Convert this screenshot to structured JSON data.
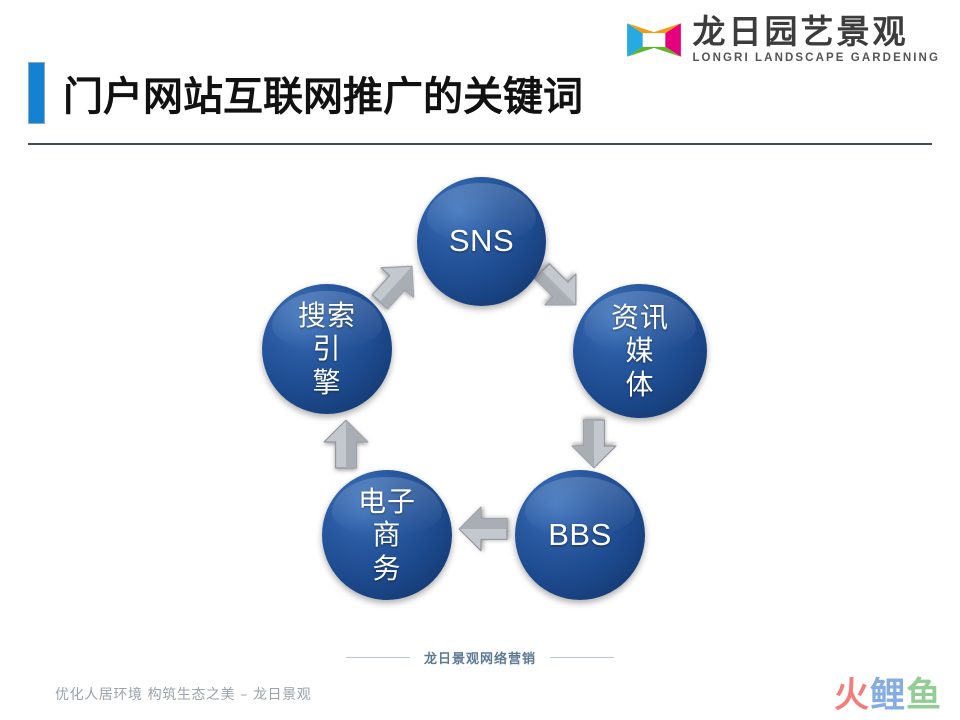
{
  "header": {
    "title": "门户网站互联网推广的关键词",
    "accent_color": "#1681d2",
    "rule_color": "#3b4e5c",
    "logo": {
      "mark_name": "longri-diamond-logo",
      "mark_colors": {
        "left": "#27a9e1",
        "top": "#f39c12",
        "right": "#e6007e",
        "bottom": "#5fb726"
      },
      "chinese_name": "龙日园艺景观",
      "english_name": "LONGRI LANDSCAPE GARDENING"
    }
  },
  "diagram": {
    "type": "cycle",
    "nodes": [
      {
        "id": "sns",
        "label": "SNS",
        "script": "latin"
      },
      {
        "id": "media",
        "label_line1": "资讯媒",
        "label_line2": "体",
        "script": "cjk",
        "full_label": "资讯媒体"
      },
      {
        "id": "bbs",
        "label": "BBS",
        "script": "latin"
      },
      {
        "id": "commerce",
        "label_line1": "电子商",
        "label_line2": "务",
        "script": "cjk",
        "full_label": "电子商务"
      },
      {
        "id": "search",
        "label_line1": "搜索引",
        "label_line2": "擎",
        "script": "cjk",
        "full_label": "搜索引擎"
      }
    ],
    "arrows": [
      {
        "id": "search-to-sns",
        "from": "搜索引擎",
        "to": "SNS",
        "direction": "up-right"
      },
      {
        "id": "sns-to-media",
        "from": "SNS",
        "to": "资讯媒体",
        "direction": "down-right"
      },
      {
        "id": "media-to-bbs",
        "from": "资讯媒体",
        "to": "BBS",
        "direction": "down"
      },
      {
        "id": "bbs-to-commerce",
        "from": "BBS",
        "to": "电子商务",
        "direction": "left"
      },
      {
        "id": "commerce-to-search",
        "from": "电子商务",
        "to": "搜索引擎",
        "direction": "up"
      }
    ],
    "node_color_light": "#3e74bd",
    "node_color_dark": "#11305f",
    "arrow_color": "#b9bec4"
  },
  "footer": {
    "center_text": "龙日景观网络营销",
    "left_text": "优化人居环境  构筑生态之美  – 龙日景观",
    "watermark": {
      "part1": "火",
      "part2": "鲤",
      "part3": "鱼"
    }
  }
}
